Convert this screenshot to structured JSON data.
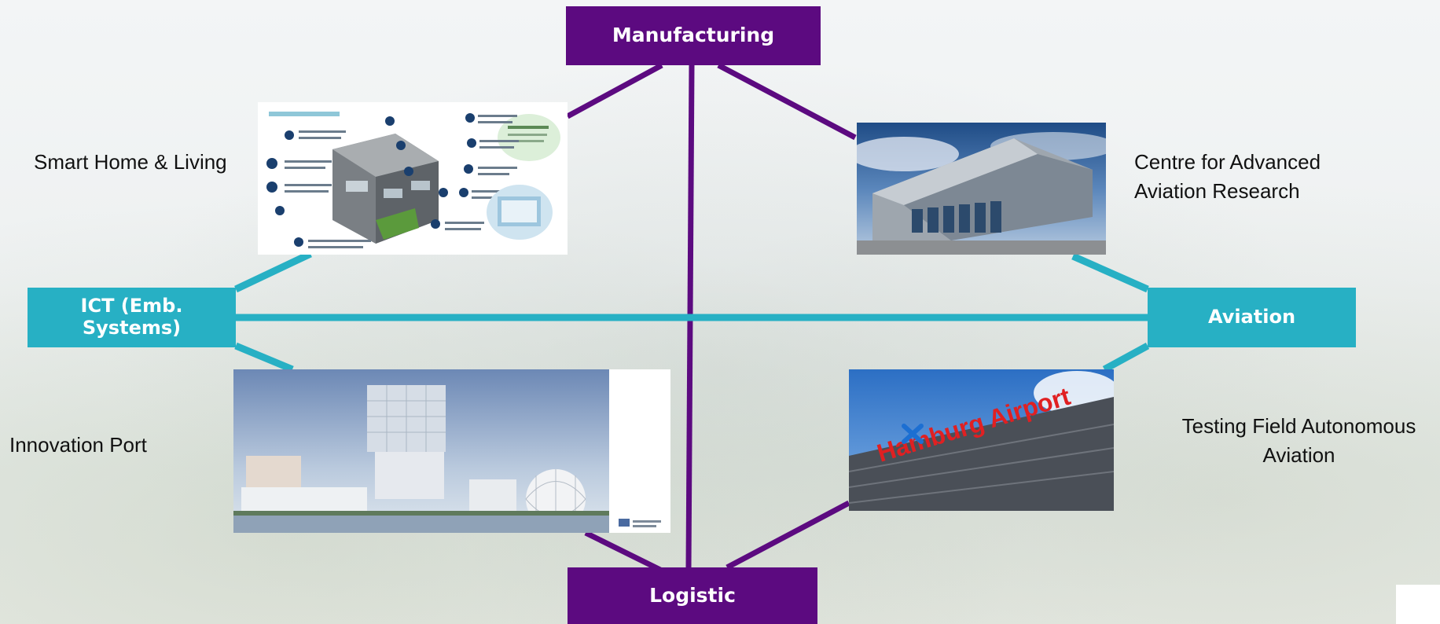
{
  "nodes": {
    "manufacturing": "Manufacturing",
    "logistic": "Logistic",
    "ict": [
      "ICT (Emb.",
      "Systems)"
    ],
    "aviation": "Aviation"
  },
  "labels": {
    "smart_home": "Smart Home & Living",
    "innovation_port": "Innovation Port",
    "caar": [
      "Centre for Advanced",
      "Aviation Research"
    ],
    "testing_field": [
      "Testing Field Autonomous",
      "Aviation"
    ]
  },
  "images": {
    "smart_home": "Apartment diagram with floor plan icons",
    "innovation_port": "Architectural rendering of modern buildings and a spherical dome",
    "caar": "Modern angular building with glass facade",
    "airport": "Hamburg Airport sign on building"
  },
  "image_text": {
    "airport_sign": "Hamburg Airport"
  },
  "colors": {
    "purple": "#5c0a80",
    "teal": "#27b0c4"
  }
}
